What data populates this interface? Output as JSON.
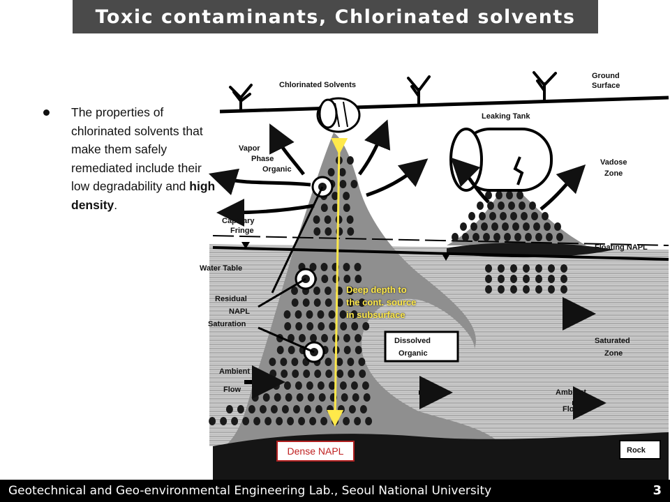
{
  "slide": {
    "title": "Toxic contaminants, Chlorinated solvents",
    "bullet": {
      "text_before": "The properties of chlorinated solvents that make them safely remediated include their low degradability and ",
      "text_bold": "high density",
      "text_after": "."
    }
  },
  "diagram": {
    "labels": {
      "chlorinated_solvents": "Chlorinated Solvents",
      "ground_surface_1": "Ground",
      "ground_surface_2": "Surface",
      "leaking_tank": "Leaking Tank",
      "vapor_phase_1": "Vapor",
      "vapor_phase_2": "Phase",
      "vapor_phase_3": "Organic",
      "vadose_zone_1": "Vadose",
      "vadose_zone_2": "Zone",
      "capillary_fringe_1": "Capillary",
      "capillary_fringe_2": "Fringe",
      "floating_napl": "Floating NAPL",
      "water_table": "Water Table",
      "residual_1": "Residual",
      "residual_2": "NAPL",
      "residual_3": "Saturation",
      "dissolved_1": "Dissolved",
      "dissolved_2": "Organic",
      "saturated_zone_1": "Saturated",
      "saturated_zone_2": "Zone",
      "ambient_flow_left_1": "Ambient",
      "ambient_flow_left_2": "Flow",
      "ambient_flow_right_1": "Ambient",
      "ambient_flow_right_2": "Flow",
      "rock": "Rock"
    },
    "callout_line1": "Deep depth to",
    "callout_line2": "the cont. source",
    "callout_line3": "in subsurface",
    "dense_napl": "Dense NAPL",
    "colors": {
      "callout": "#ffe94a",
      "dense_border": "#b02020",
      "plume": "#8f8f8f"
    }
  },
  "footer": {
    "text": "Geotechnical and Geo-environmental Engineering Lab., Seoul National University",
    "page": "3"
  }
}
